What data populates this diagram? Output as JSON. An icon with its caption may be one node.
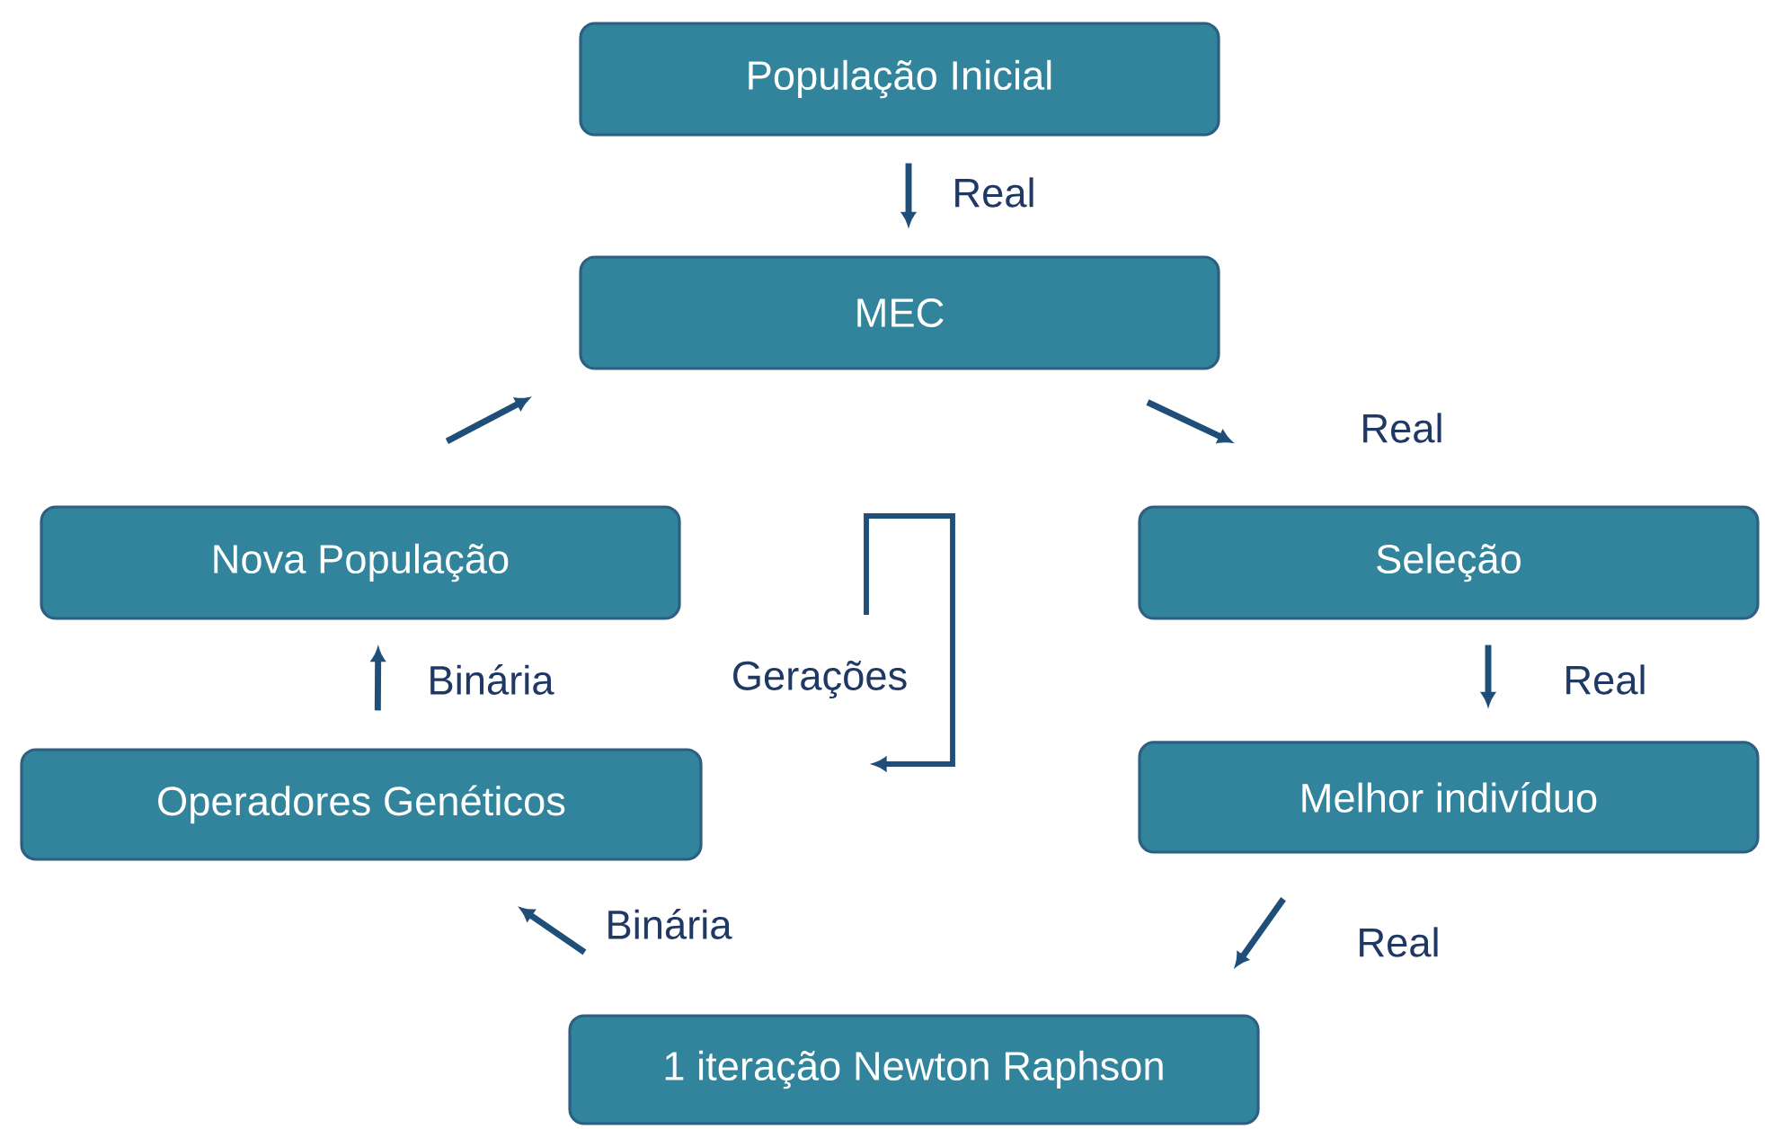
{
  "diagram": {
    "nodes": [
      {
        "text": [
          "População Inicial"
        ]
      },
      {
        "text": [
          "MEC"
        ]
      },
      {
        "text": [
          "Nova População"
        ]
      },
      {
        "text": [
          "Seleção"
        ]
      },
      {
        "text": [
          "Operadores Genéticos"
        ]
      },
      {
        "text": [
          "Melhor indivíduo"
        ]
      },
      {
        "text": [
          "1 iteração Newton Raphson"
        ]
      }
    ],
    "edges": [
      {
        "from": 0,
        "to": 1,
        "arrow": "to",
        "label": "Real"
      },
      {
        "from": 1,
        "to": 3,
        "arrow": "to",
        "label": "Real"
      },
      {
        "from": 3,
        "to": 5,
        "arrow": "to",
        "label": "Real"
      },
      {
        "from": 5,
        "to": 6,
        "arrow": "to",
        "label": "Real"
      },
      {
        "from": 6,
        "to": 4,
        "arrow": "to",
        "label": "Binária"
      },
      {
        "from": 4,
        "to": 2,
        "arrow": "to",
        "label": "Binária"
      },
      {
        "from": 2,
        "to": 1,
        "arrow": "to"
      }
    ],
    "labels": [
      "Gerações"
    ]
  }
}
